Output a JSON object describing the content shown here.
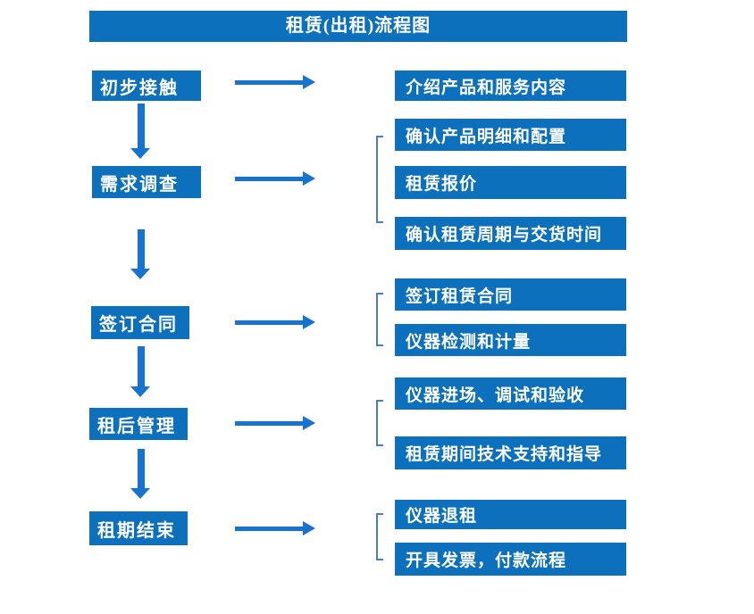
{
  "title": "租赁(出租)流程图",
  "colors": {
    "background": "#ffffff",
    "box": "#0d70bd",
    "arrow": "#1673cf",
    "bracket": "#4d7cbe",
    "text": "#ffffff"
  },
  "stages": [
    {
      "label": "初步接触",
      "details": [
        "介绍产品和服务内容"
      ]
    },
    {
      "label": "需求调查",
      "details": [
        "确认产品明细和配置",
        "租赁报价",
        "确认租赁周期与交货时间"
      ]
    },
    {
      "label": "签订合同",
      "details": [
        "签订租赁合同",
        "仪器检测和计量"
      ]
    },
    {
      "label": "租后管理",
      "details": [
        "仪器进场、调试和验收",
        "租赁期间技术支持和指导"
      ]
    },
    {
      "label": "租期结束",
      "details": [
        "仪器退租",
        "开具发票，付款流程"
      ]
    }
  ]
}
